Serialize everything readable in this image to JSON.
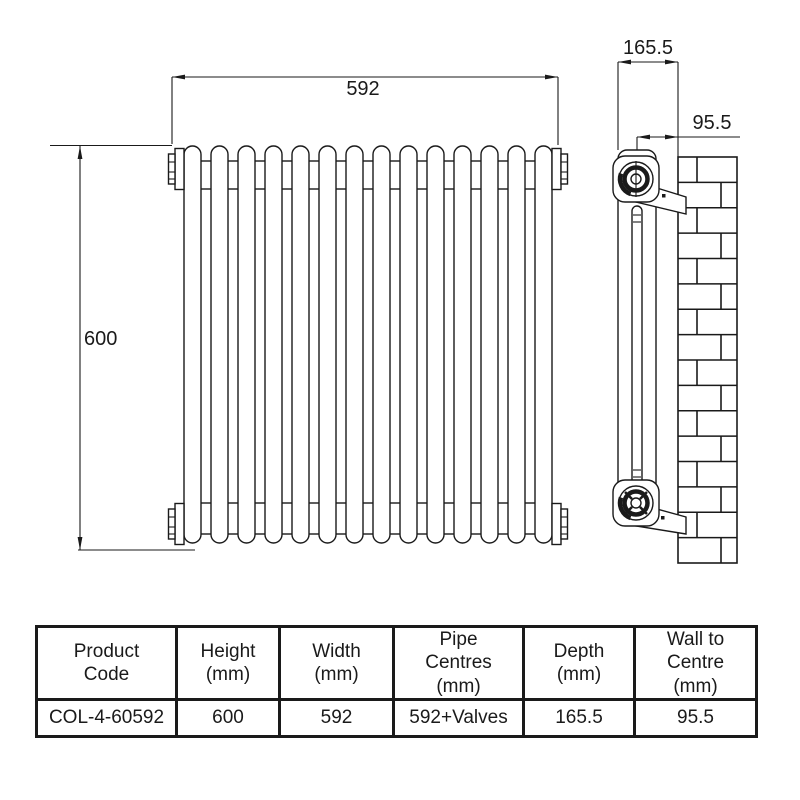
{
  "front_view": {
    "width_mm": "592",
    "height_mm": "600",
    "sections": 14
  },
  "side_view": {
    "depth_mm": "165.5",
    "wall_to_centre_mm": "95.5",
    "brick_rows": 16
  },
  "table": {
    "headers": [
      "Product\nCode",
      "Height\n(mm)",
      "Width\n(mm)",
      "Pipe\nCentres\n(mm)",
      "Depth\n(mm)",
      "Wall to\nCentre\n(mm)"
    ],
    "row": [
      "COL-4-60592",
      "600",
      "592",
      "592+Valves",
      "165.5",
      "95.5"
    ]
  },
  "colors": {
    "line": "#1a1a1a",
    "background": "#ffffff"
  }
}
